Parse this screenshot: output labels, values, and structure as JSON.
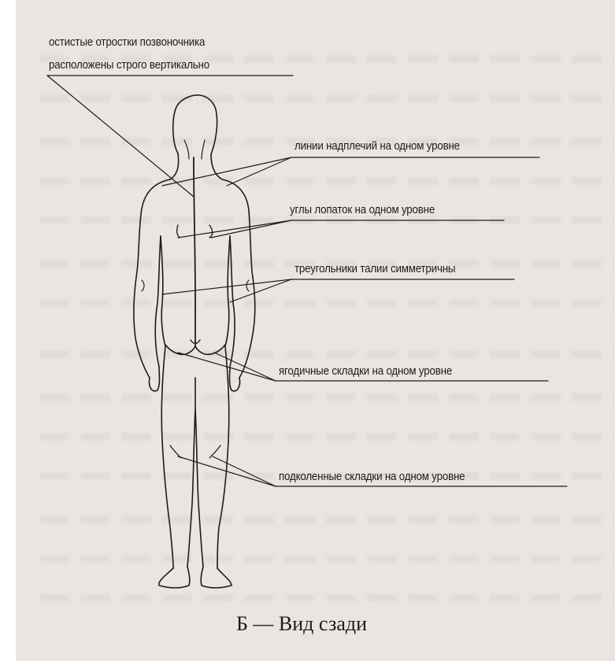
{
  "annotations": {
    "spinous_line1": "остистые отростки позвоночника",
    "spinous_line2": "расположены строго вертикально",
    "shoulders": "линии надплечий на одном уровне",
    "scapulae": "углы лопаток на одном уровне",
    "waist": "треугольники талии симметричны",
    "gluteal": "ягодичные складки на одном уровне",
    "popliteal": "подколенные складки на одном уровне"
  },
  "caption": "Б — Вид сзади",
  "colors": {
    "paper": "#ebe5e1",
    "ink": "#1f1b1a"
  },
  "icons": {
    "figure": "human-body-back-view-outline"
  }
}
